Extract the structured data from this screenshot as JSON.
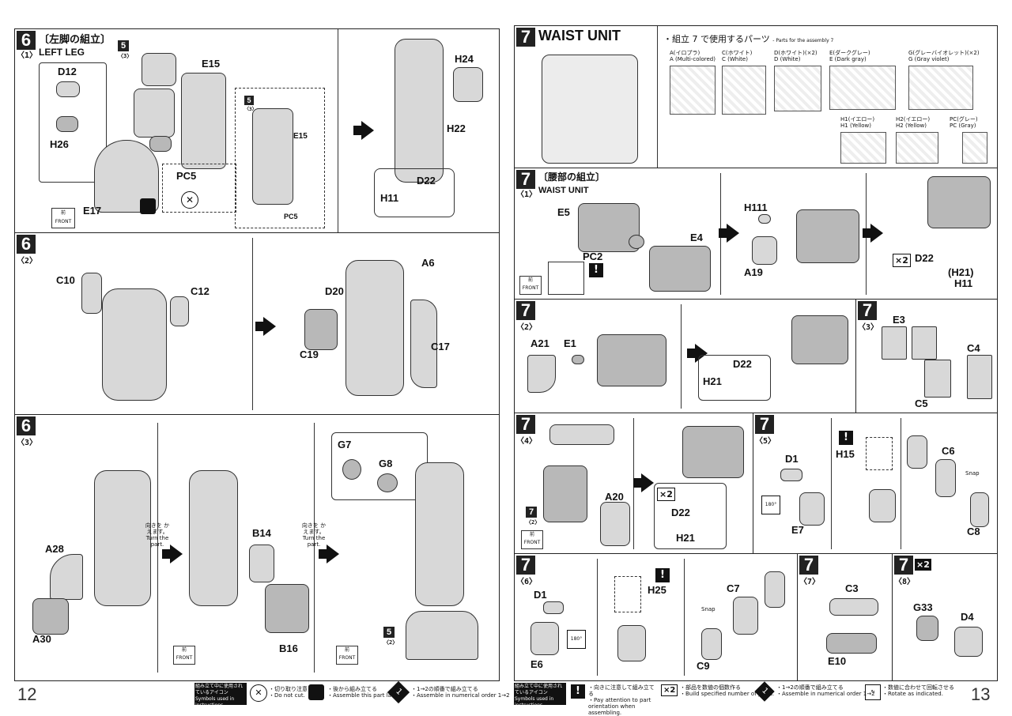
{
  "left_page": {
    "page_number": "12",
    "section1": {
      "step": "6",
      "title_jp": "〔左脚の組立〕",
      "sub": "〈1〉",
      "title_en": "LEFT LEG",
      "ref_step": "5",
      "ref_sub": "〈3〉",
      "pc5": "PC5",
      "pc5_ref": "PC5",
      "ref2": "5",
      "ref2_sub": "〈3〉",
      "front_jp": "前",
      "front_en": "FRONT",
      "labels": {
        "d12": "D12",
        "h26": "H26",
        "e15": "E15",
        "e15b": "E15",
        "e17": "E17",
        "h24": "H24",
        "h22": "H22",
        "d22": "D22",
        "h11": "H11"
      }
    },
    "section2": {
      "step": "6",
      "sub": "〈2〉",
      "labels": {
        "c10": "C10",
        "c12": "C12",
        "a6": "A6",
        "d20": "D20",
        "c17": "C17",
        "c19": "C19"
      }
    },
    "section3": {
      "step": "6",
      "sub": "〈3〉",
      "turn_jp": "向きを かえます。",
      "turn_en": "Turn the part.",
      "labels": {
        "a28": "A28",
        "a30": "A30",
        "b14": "B14",
        "b16": "B16",
        "g7": "G7",
        "g8": "G8"
      },
      "ref_step": "5",
      "ref_sub": "〈2〉",
      "front_jp": "前",
      "front_en": "FRONT"
    },
    "footer": {
      "title_jp": "組み立て中に使用されているアイコン",
      "title_en": "Symbols used in instructions",
      "icon1_jp": "・切り取り注意",
      "icon1_en": "・Do not cut.",
      "icon2_jp": "・後から組み立てる",
      "icon2_en": "・Assemble this part later.",
      "icon3_jp": "・1→2の順番で組み立てる",
      "icon3_en": "・Assemble in numerical order 1→2"
    }
  },
  "right_page": {
    "page_number": "13",
    "header": {
      "step": "7",
      "title": "WAIST UNIT",
      "parts_jp": "・組立 7 で使用するパーツ",
      "parts_en": "- Parts for the assembly 7",
      "sprues": [
        {
          "jp": "A(イロプラ)",
          "en": "A (Multi-colored)"
        },
        {
          "jp": "C(ホワイト)",
          "en": "C (White)"
        },
        {
          "jp": "D(ホワイト)(×2)",
          "en": "D (White)"
        },
        {
          "jp": "E(ダークグレー)",
          "en": "E (Dark gray)"
        },
        {
          "jp": "G(グレーバイオレット)(×2)",
          "en": "G (Gray violet)"
        },
        {
          "jp": "H1(イエロー)",
          "en": "H1 (Yellow)"
        },
        {
          "jp": "H2(イエロー)",
          "en": "H2 (Yellow)"
        },
        {
          "jp": "PC(グレー)",
          "en": "PC (Gray)"
        }
      ]
    },
    "s1": {
      "step": "7",
      "title_jp": "〔腰部の組立〕",
      "sub": "〈1〉",
      "title_en": "WAIST UNIT",
      "labels": {
        "e5": "E5",
        "e4": "E4",
        "pc2": "PC2",
        "h111": "H111",
        "a19": "A19",
        "d22": "D22",
        "h21": "(H21)",
        "h11": "H11",
        "x2": "×2"
      },
      "front_jp": "前",
      "front_en": "FRONT"
    },
    "s2": {
      "step": "7",
      "sub": "〈2〉",
      "labels": {
        "a21": "A21",
        "e1": "E1",
        "h21": "H21",
        "d22": "D22"
      }
    },
    "s3": {
      "step": "7",
      "sub": "〈3〉",
      "labels": {
        "e3": "E3",
        "c4": "C4",
        "c5": "C5"
      }
    },
    "s4": {
      "step": "7",
      "sub": "〈4〉",
      "labels": {
        "a20": "A20",
        "d22": "D22",
        "h21": "H21",
        "x2": "×2",
        "ref": "7",
        "ref_sub": "〈2〉"
      },
      "front_jp": "前",
      "front_en": "FRONT"
    },
    "s5": {
      "step": "7",
      "sub": "〈5〉",
      "labels": {
        "d1": "D1",
        "e7": "E7",
        "h15": "H15",
        "c6": "C6",
        "c8": "C8",
        "snap": "Snap",
        "deg": "180°"
      }
    },
    "s6": {
      "step": "7",
      "sub": "〈6〉",
      "labels": {
        "d1": "D1",
        "e6": "E6",
        "h25": "H25",
        "c7": "C7",
        "c9": "C9",
        "snap": "Snap",
        "deg": "180°"
      }
    },
    "s7": {
      "step": "7",
      "sub": "〈7〉",
      "labels": {
        "c3": "C3",
        "e10": "E10"
      }
    },
    "s8": {
      "step": "7",
      "sub": "〈8〉",
      "x2": "×2",
      "labels": {
        "g33": "G33",
        "d4": "D4"
      }
    },
    "footer": {
      "title_jp": "組み立て中に使用されているアイコン",
      "title_en": "Symbols used in instructions",
      "icon1_jp": "・向きに注意して組み立てる",
      "icon1_en": "・Pay attention to part orientation when assembling.",
      "icon2_jp": "・部品を数値の個数作る",
      "icon2_en": "・Build specified number of parts.",
      "icon3_jp": "・1→2の順番で組み立てる",
      "icon3_en": "・Assemble in numerical order 1→2",
      "icon4_jp": "・数値に合わせて回転させる",
      "icon4_en": "・Rotate as indicated."
    }
  }
}
